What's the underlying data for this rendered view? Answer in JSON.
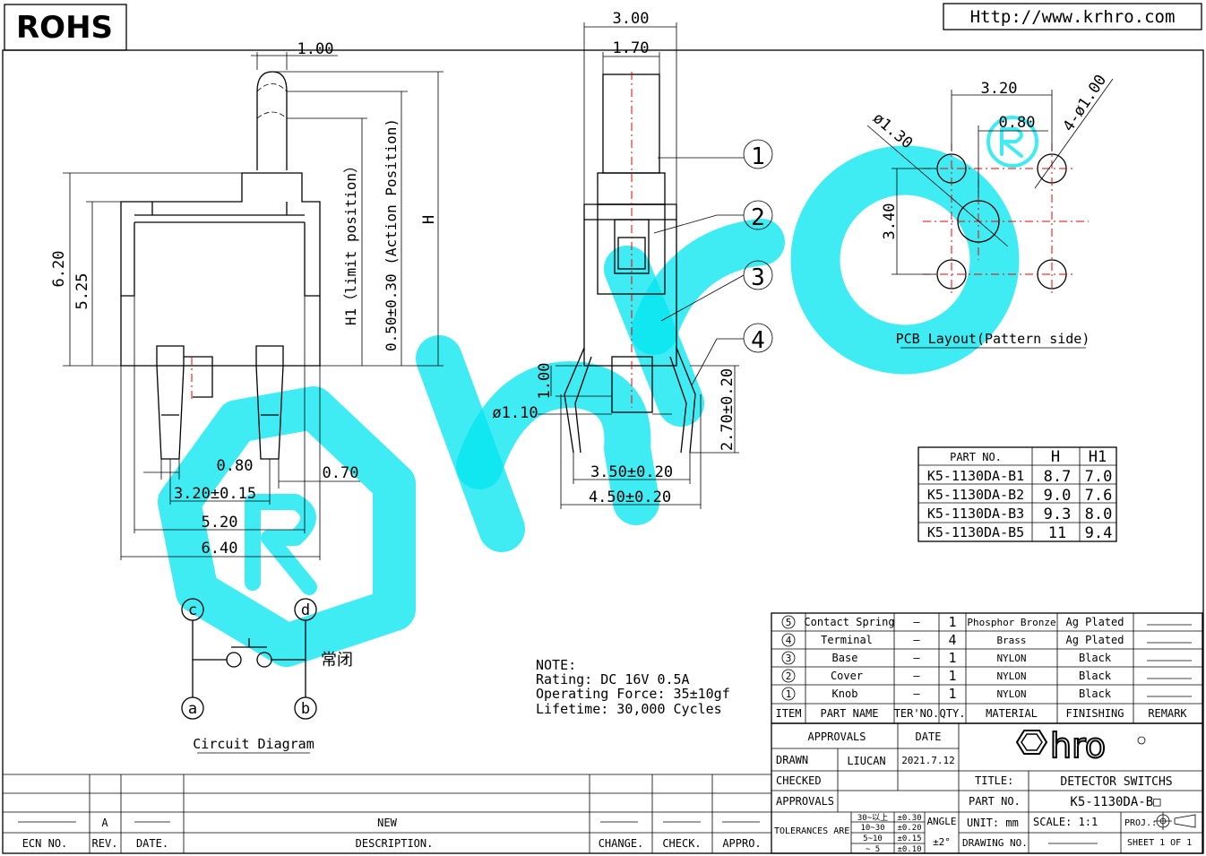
{
  "header": {
    "rohs": "ROHS",
    "url": "Http://www.krhro.com"
  },
  "front_view": {
    "dims": {
      "top_width": "1.00",
      "overall_height": "6.20",
      "body_height": "5.25",
      "pin_width": "0.80",
      "pin_gap": "0.70",
      "pitch": "3.20±0.15",
      "body_inner": "5.20",
      "body_outer": "6.40"
    },
    "labels": {
      "h1": "H1（limit position）",
      "action": "0.50±0.30 (Action Position)",
      "h": "H"
    }
  },
  "side_view": {
    "dims": {
      "width": "3.00",
      "knob_width": "1.70",
      "lead_offset": "1.00",
      "lead_dia": "ø1.10",
      "lead_length": "2.70±0.20",
      "inner_span": "3.50±0.20",
      "outer_span": "4.50±0.20"
    },
    "callouts": [
      "1",
      "2",
      "3",
      "4"
    ]
  },
  "pcb_layout": {
    "pitch_x": "3.20",
    "offset": "0.80",
    "pitch_y": "3.40",
    "center_hole": "ø1.30",
    "holes": "4-ø1.00",
    "label": "PCB Layout(Pattern side)"
  },
  "variant_table": {
    "headers": [
      "PART NO.",
      "H",
      "H1"
    ],
    "rows": [
      [
        "K5-1130DA-B1",
        "8.7",
        "7.0"
      ],
      [
        "K5-1130DA-B2",
        "9.0",
        "7.6"
      ],
      [
        "K5-1130DA-B3",
        "9.3",
        "8.0"
      ],
      [
        "K5-1130DA-B5",
        "11",
        "9.4"
      ]
    ]
  },
  "circuit": {
    "terminals": [
      "c",
      "d",
      "a",
      "b"
    ],
    "state": "常闭",
    "label": "Circuit Diagram"
  },
  "notes": {
    "title": "NOTE:",
    "lines": [
      "Rating: DC 16V 0.5A",
      "Operating Force: 35±10gf",
      "Lifetime: 30,000 Cycles"
    ]
  },
  "bom": {
    "headers": [
      "ITEM",
      "PART NAME",
      "TER'NO.",
      "QTY.",
      "MATERIAL",
      "FINISHING",
      "REMARK"
    ],
    "rows": [
      [
        "5",
        "Contact Spring",
        "—",
        "1",
        "Phosphor Bronze",
        "Ag Plated",
        ""
      ],
      [
        "4",
        "Terminal",
        "—",
        "4",
        "Brass",
        "Ag Plated",
        ""
      ],
      [
        "3",
        "Base",
        "—",
        "1",
        "NYLON",
        "Black",
        ""
      ],
      [
        "2",
        "Cover",
        "—",
        "1",
        "NYLON",
        "Black",
        ""
      ],
      [
        "1",
        "Knob",
        "—",
        "1",
        "NYLON",
        "Black",
        ""
      ]
    ]
  },
  "title_block": {
    "approvals_label": "APPROVALS",
    "date_label": "DATE",
    "drawn_label": "DRAWN",
    "drawn_by": "LIUCAN",
    "drawn_date": "2021.7.12",
    "checked_label": "CHECKED",
    "approvals2_label": "APPROVALS",
    "title_label": "TITLE:",
    "title": "DETECTOR SWITCHS",
    "part_label": "PART NO.",
    "part_no": "K5-1130DA-B□",
    "tolerances_label": "TOLERANCES ARE",
    "tol_ranges": [
      "30~以上",
      "10~30",
      "5~10",
      "~ 5"
    ],
    "tol_values": [
      "±0.30",
      "±0.20",
      "±0.15",
      "±0.10"
    ],
    "angle_label": "ANGLE",
    "angle_value": "±2°",
    "unit": "UNIT: mm",
    "scale": "SCALE:  1:1",
    "proj": "PROJ.:",
    "drawing_no": "DRAWING NO.",
    "sheet": "SHEET  1 OF 1",
    "logo": "hro"
  },
  "revision": {
    "headers": [
      "ECN NO.",
      "REV.",
      "DATE.",
      "DESCRIPTION.",
      "CHANGE.",
      "CHECK.",
      "APPRO."
    ],
    "row": [
      "",
      "A",
      "",
      "NEW",
      "",
      "",
      ""
    ]
  }
}
